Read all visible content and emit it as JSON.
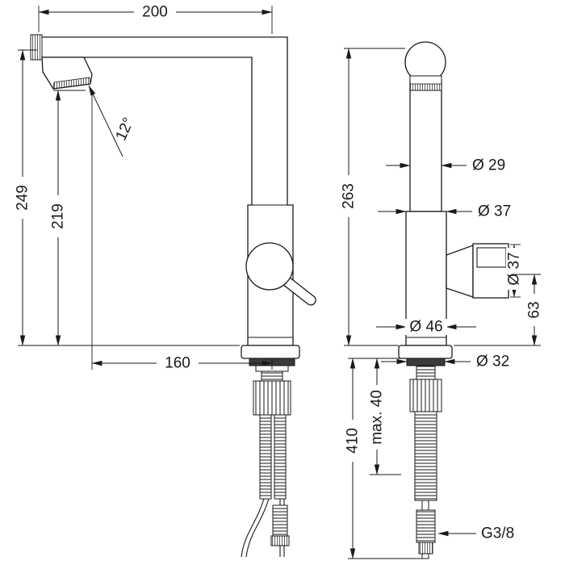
{
  "page": {
    "background": "#ffffff",
    "line_color": "#1a1a1a"
  },
  "drawing": {
    "type": "technical-dimension-drawing",
    "subject": "kitchen-faucet-two-views",
    "views": {
      "side": {
        "dim_spout_reach": "200",
        "dim_height_total": "249",
        "dim_height_outlet": "219",
        "dim_outlet_angle": "12°",
        "dim_outlet_to_body": "160"
      },
      "front": {
        "dim_height_body": "263",
        "dim_dia_spout": "Ø 29",
        "dim_dia_body": "Ø 37",
        "dim_dia_handle": "Ø 37",
        "dim_handle_to_base": "63",
        "dim_dia_base": "Ø 46",
        "dim_dia_shank": "Ø 32",
        "dim_hose_length": "410",
        "dim_max_deck_thickness": "max. 40",
        "dim_connection_thread": "G3/8"
      }
    }
  }
}
